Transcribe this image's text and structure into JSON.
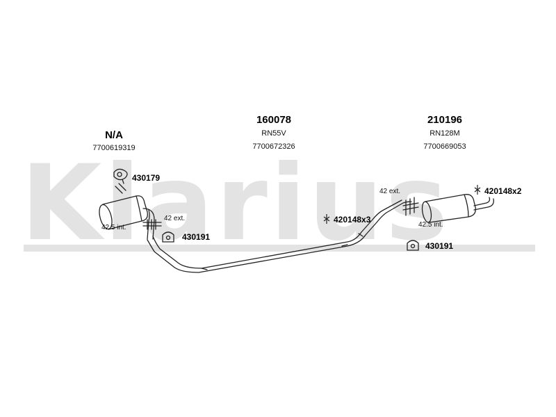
{
  "watermark": {
    "text": "Klarius"
  },
  "parts": [
    {
      "number": "N/A",
      "ref": "7700619319"
    },
    {
      "number": "160078",
      "model": "RN55V",
      "ref": "7700672326"
    },
    {
      "number": "210196",
      "model": "RN128M",
      "ref": "7700669053"
    }
  ],
  "fittings": {
    "clamp_left_top": "430179",
    "mount_left": "430191",
    "clip_middle": "420148x3",
    "clip_right": "420148x2",
    "mount_right": "430191"
  },
  "dimensions": {
    "left_ext": "42 ext.",
    "left_int": "42.5 int.",
    "right_ext": "42 ext.",
    "right_int": "42.5 int."
  },
  "icons": [
    "clamp-icon",
    "rubber-mount-icon",
    "clip-icon"
  ]
}
